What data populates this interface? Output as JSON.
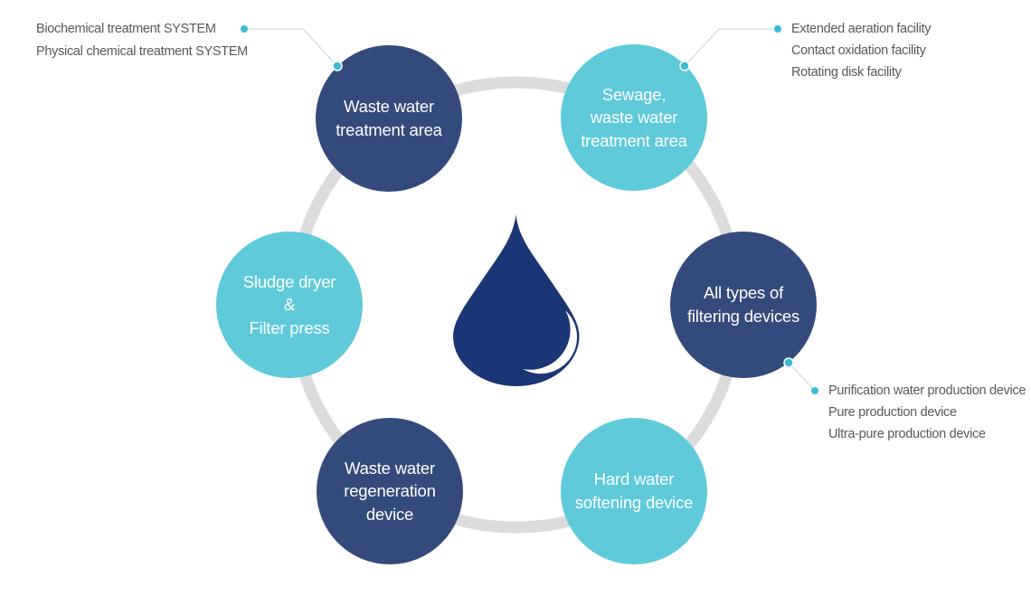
{
  "diagram": {
    "center_icon": "water-drop",
    "colors": {
      "navy": "#344a7c",
      "cyan": "#5fcada",
      "drop_navy": "#1b3575",
      "ring_gray": "#dcdcdc",
      "annotation_text": "#58595b",
      "dot_teal": "#3cbcd4",
      "connector": "#d3dde2"
    },
    "nodes": [
      {
        "id": "waste-water-treatment-area",
        "label": "Waste water\ntreatment area",
        "color": "navy"
      },
      {
        "id": "sewage-waste-water-treatment-area",
        "label": "Sewage,\nwaste water\ntreatment area",
        "color": "cyan"
      },
      {
        "id": "sludge-dryer-filter-press",
        "label": "Sludge dryer\n&\nFilter press",
        "color": "cyan"
      },
      {
        "id": "all-types-of-filtering-devices",
        "label": "All types of\nfiltering devices",
        "color": "navy"
      },
      {
        "id": "waste-water-regeneration-device",
        "label": "Waste water\nregeneration\ndevice",
        "color": "navy"
      },
      {
        "id": "hard-water-softening-device",
        "label": "Hard water\nsoftening device",
        "color": "cyan"
      }
    ],
    "callouts": [
      {
        "id": "top-left",
        "target": "waste-water-treatment-area",
        "items": [
          "Biochemical treatment SYSTEM",
          "Physical chemical treatment SYSTEM"
        ]
      },
      {
        "id": "top-right",
        "target": "sewage-waste-water-treatment-area",
        "items": [
          "Extended aeration facility",
          "Contact oxidation facility",
          "Rotating disk facility"
        ]
      },
      {
        "id": "right",
        "target": "all-types-of-filtering-devices",
        "items": [
          "Purification water production device",
          "Pure production device",
          "Ultra-pure production device"
        ]
      }
    ]
  }
}
